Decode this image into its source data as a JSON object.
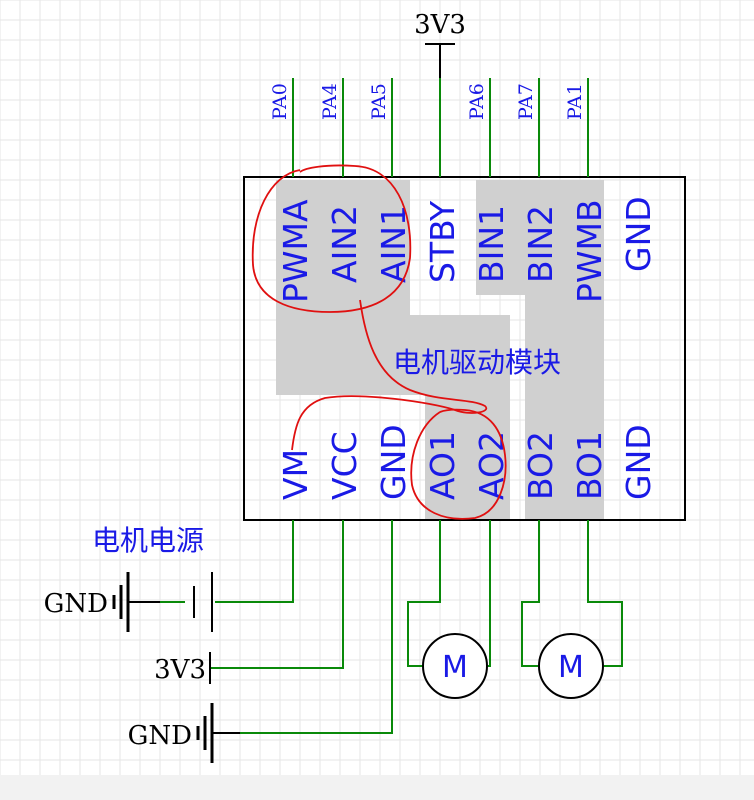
{
  "supply_top": "3V3",
  "top_nets": [
    "PA0",
    "PA4",
    "PA5",
    "PA6",
    "PA7",
    "PA1"
  ],
  "top_pins": [
    "PWMA",
    "AIN2",
    "AIN1",
    "STBY",
    "BIN1",
    "BIN2",
    "PWMB",
    "GND"
  ],
  "bottom_pins": [
    "VM",
    "VCC",
    "GND",
    "AO1",
    "AO2",
    "BO2",
    "BO1",
    "GND"
  ],
  "module_label": "电机驱动模块",
  "motor_supply_label": "电机电源",
  "left_power": {
    "gnd_motor": "GND",
    "vcc": "3V3",
    "gnd_logic": "GND"
  },
  "motors": [
    "M",
    "M"
  ],
  "colors": {
    "wire": "#0a8a0a",
    "label": "#1a1ae6",
    "highlight": "#d0d0d0",
    "annotation": "#e01010"
  }
}
